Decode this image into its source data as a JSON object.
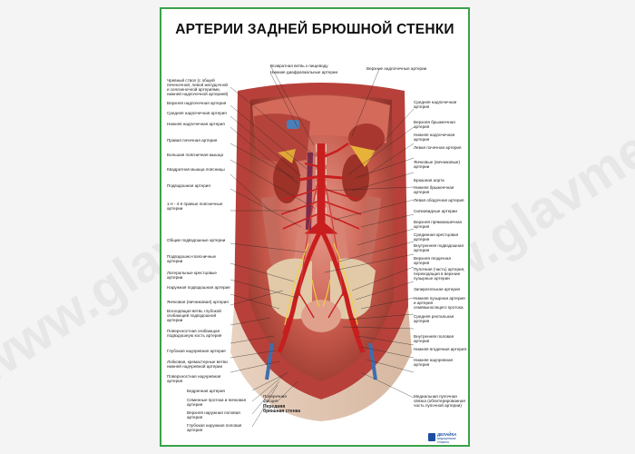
{
  "title": "АРТЕРИИ ЗАДНЕЙ БРЮШНОЙ СТЕНКИ",
  "labels_top": [
    "Возвратная ветвь к пищеводу",
    "Нижние диафрагмальные артерии",
    "Верхние надпочечные артерии"
  ],
  "labels_left": [
    "Чревный ствол (с общей печеночной, левой желудочной и селезеночной артериями, нижней надпочечной артерией)",
    "Верхняя надпочечная артерия",
    "Средняя надпочечная артерия",
    "Нижняя надпочечная артерия",
    "Правая почечная артерия",
    "Большая поясничная мышца",
    "Квадратная мышца поясницы",
    "Подвздошная артерия",
    "1-я - 4-я правые поясничные артерии",
    "Общие подвздошные артерии",
    "Подвздошно-поясничные артерии",
    "Латеральные крестцовые артерии",
    "Наружная подвздошная артерия",
    "Яичковая (яичниковая) артерия",
    "Восходящая ветвь глубокой огибающей подвздошной артерии",
    "Поверхностная огибающая подвздошную кость артерия",
    "Глубокая надчревная артерия",
    "Лобковая, кремастерные ветви нижней надчревной артерии",
    "Поверхностная надчревная артерия"
  ],
  "labels_right": [
    "Средняя надпочечная артерия",
    "Верхняя брыжеечная артерия",
    "Нижняя надпочечная артерия",
    "Левая почечная артерия",
    "Яичковые (яичниковые) артерии",
    "Брюшная аорта",
    "Нижняя брыжеечная артерия",
    "Левая ободочная артерия",
    "Сигмовидные артерии",
    "Верхняя прямокишечная артерия",
    "Срединная крестцовая артерия",
    "Внутренняя подвздошная артерия",
    "Верхняя ягодичная артерия",
    "Пупочная (часть) артерия, переходящая в верхние пузырные артерии",
    "Запирательная артерия",
    "Нижняя пузырная артерия и артерия семявыносящего протока",
    "Средняя ректальная артерия",
    "Внутренняя половая артерия",
    "Нижняя ягодичная артерия",
    "Нижняя надчревная артерия",
    "Медиальная пупочная связка (облитерированная часть пупочной артерии)"
  ],
  "labels_bottom": [
    "Бедренная артерия",
    "Семенные протоки и яичковая артерия",
    "Верхняя наружная половая артерия",
    "Глубокая наружная половая артерия"
  ],
  "label_fascia": "Поперечная фасция",
  "label_wall": "Передняя брюшная стенка",
  "watermark": "www.glavmed.ru",
  "logo": {
    "name": "ДЕЛАЙКА",
    "tagline": "медицинские плакаты"
  },
  "colors": {
    "frame": "#3aa24a",
    "artery": "#c81e1e",
    "muscle": "#c85a4c",
    "logo": "#1b4fa0"
  }
}
